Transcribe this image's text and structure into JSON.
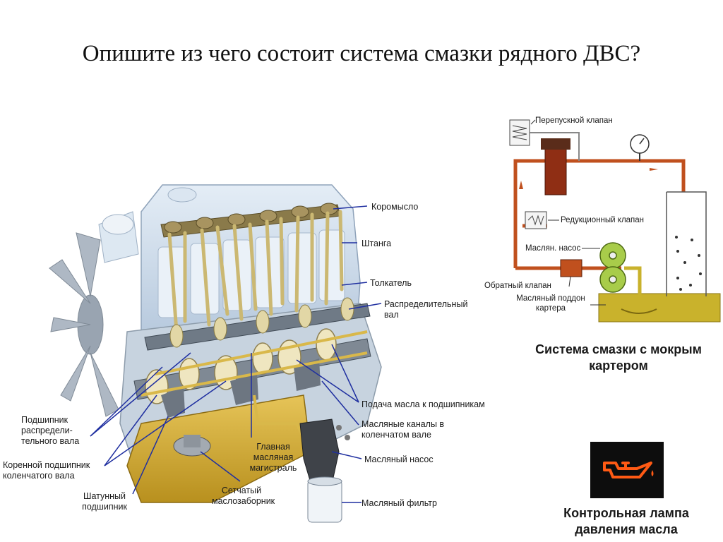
{
  "title": "Опишите из чего состоит система смазки рядного ДВС?",
  "engine_labels": {
    "rocker": "Коромысло",
    "pushrod": "Штанга",
    "lifter": "Толкатель",
    "camshaft": "Распределительный вал",
    "oil_feed": "Подача масла к подшипникам",
    "crank_channels": "Масляные каналы в коленчатом вале",
    "oil_pump": "Масляный насос",
    "oil_filter": "Масляный фильтр",
    "cam_bearing": "Подшипник распредели-тельного вала",
    "main_bearing": "Коренной подшипник коленчатого вала",
    "rod_bearing": "Шатунный подшипник",
    "main_gallery": "Главная масляная магистраль",
    "strainer": "Сетчатый маслозаборник"
  },
  "scheme_labels": {
    "bypass_valve": "Перепускной клапан",
    "reducing_valve": "Редукционный клапан",
    "pump": "Маслян. насос",
    "check_valve": "Обратный клапан",
    "sump": "Масляный поддон картера"
  },
  "scheme_caption": "Система смазки с мокрым картером",
  "lamp_caption": "Контрольная лампа давления масла",
  "colors": {
    "pipe": "#c0501e",
    "oil": "#d8b43c",
    "engine_block": "#c9d9ea",
    "label_line": "#1f2fa0",
    "lamp": "#ff5a14"
  },
  "icons": {
    "warning_lamp": "oil-can-icon",
    "pressure_gauge": "gauge-icon"
  }
}
